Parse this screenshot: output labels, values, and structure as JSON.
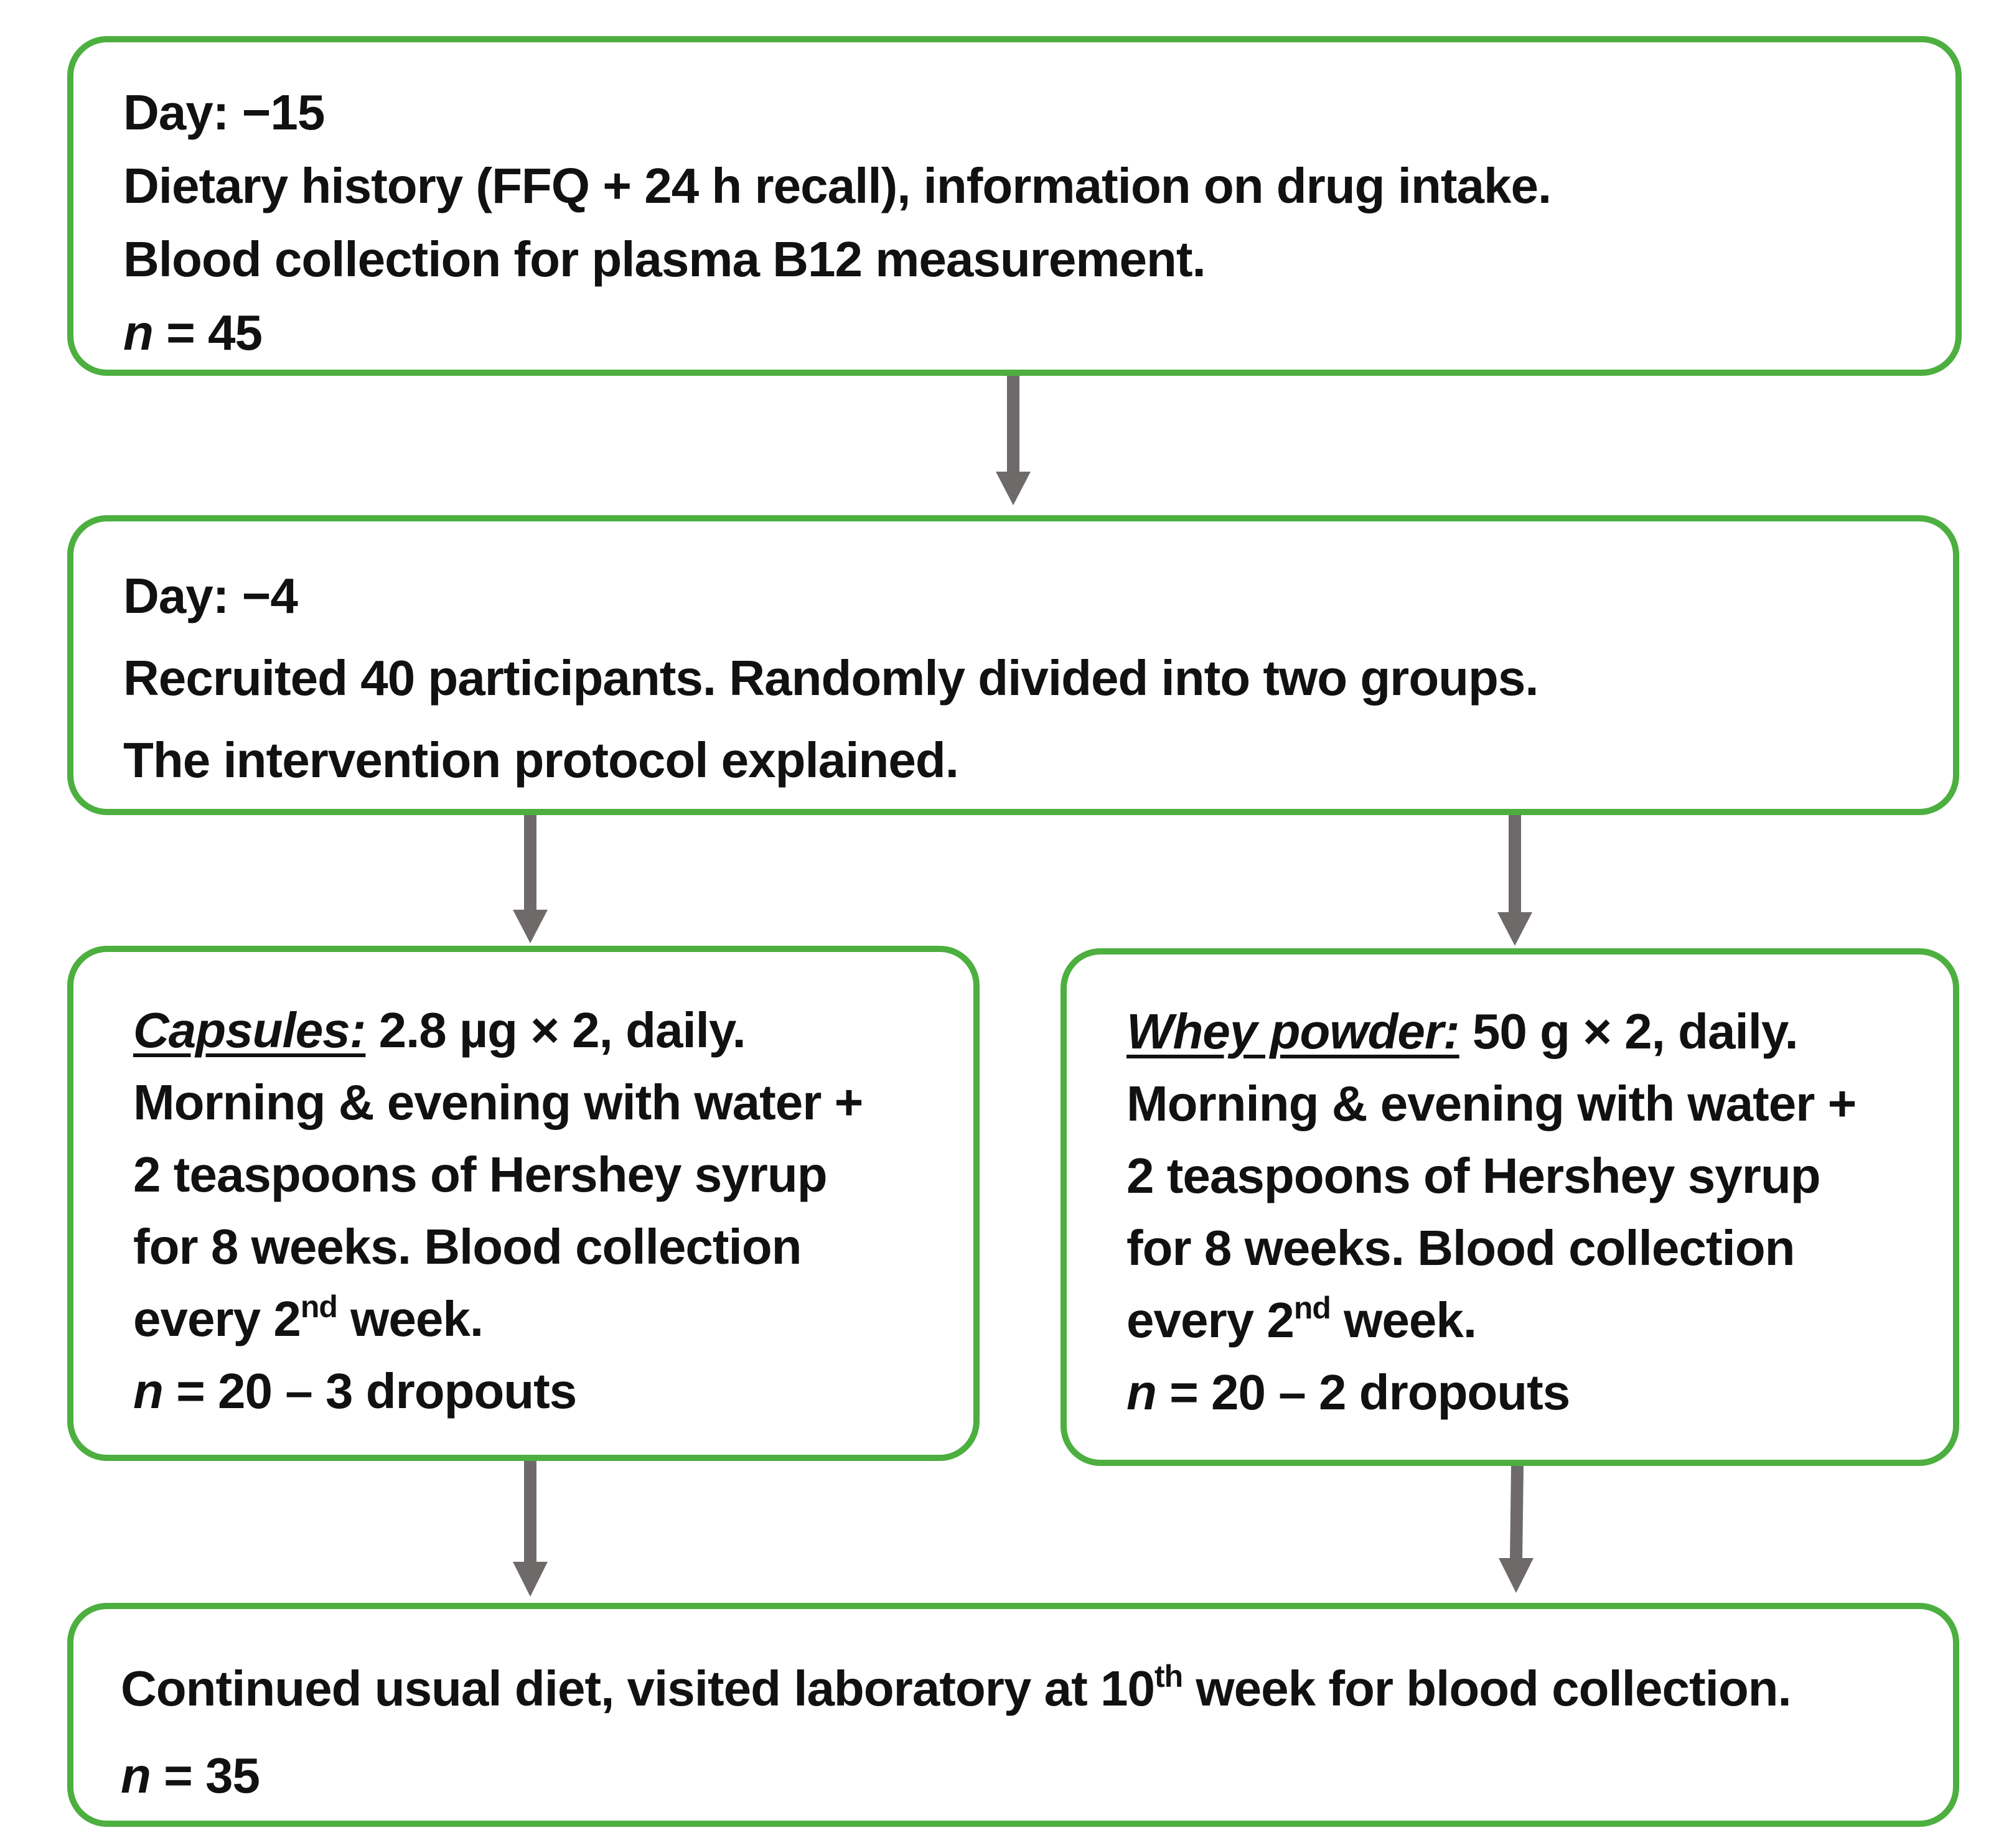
{
  "colors": {
    "box_border": "#4caf3f",
    "arrow": "#6f6a6a",
    "text": "#111111"
  },
  "box1": {
    "day": "Day: −15",
    "line1": "Dietary history (FFQ + 24 h recall), information on drug intake.",
    "line2": "Blood collection for plasma B12 measurement.",
    "n_symbol": "n",
    "n_value": " = 45"
  },
  "box2": {
    "day": "Day: −4",
    "line1": "Recruited 40 participants. Randomly divided into two groups.",
    "line2": "The intervention protocol explained."
  },
  "box3": {
    "heading": "Capsules:",
    "dose": " 2.8 µg × 2, daily.",
    "line1": "Morning & evening with water +",
    "line2": "2 teaspoons of Hershey syrup",
    "line3": "for 8 weeks. Blood collection",
    "line4_pre": "every 2",
    "line4_sup": "nd",
    "line4_post": " week.",
    "n_symbol": "n",
    "n_value": " = 20 – 3 dropouts"
  },
  "box4": {
    "heading": "Whey powder:",
    "dose": " 50 g × 2, daily.",
    "line1": "Morning & evening with water +",
    "line2": "2 teaspoons of Hershey syrup",
    "line3": "for 8 weeks. Blood collection",
    "line4_pre": "every 2",
    "line4_sup": "nd",
    "line4_post": " week.",
    "n_symbol": "n",
    "n_value": " = 20 – 2 dropouts"
  },
  "box5": {
    "line1_pre": "Continued usual diet, visited laboratory at 10",
    "line1_sup": "th",
    "line1_post": " week for blood collection.",
    "n_symbol": "n",
    "n_value": " = 35"
  }
}
